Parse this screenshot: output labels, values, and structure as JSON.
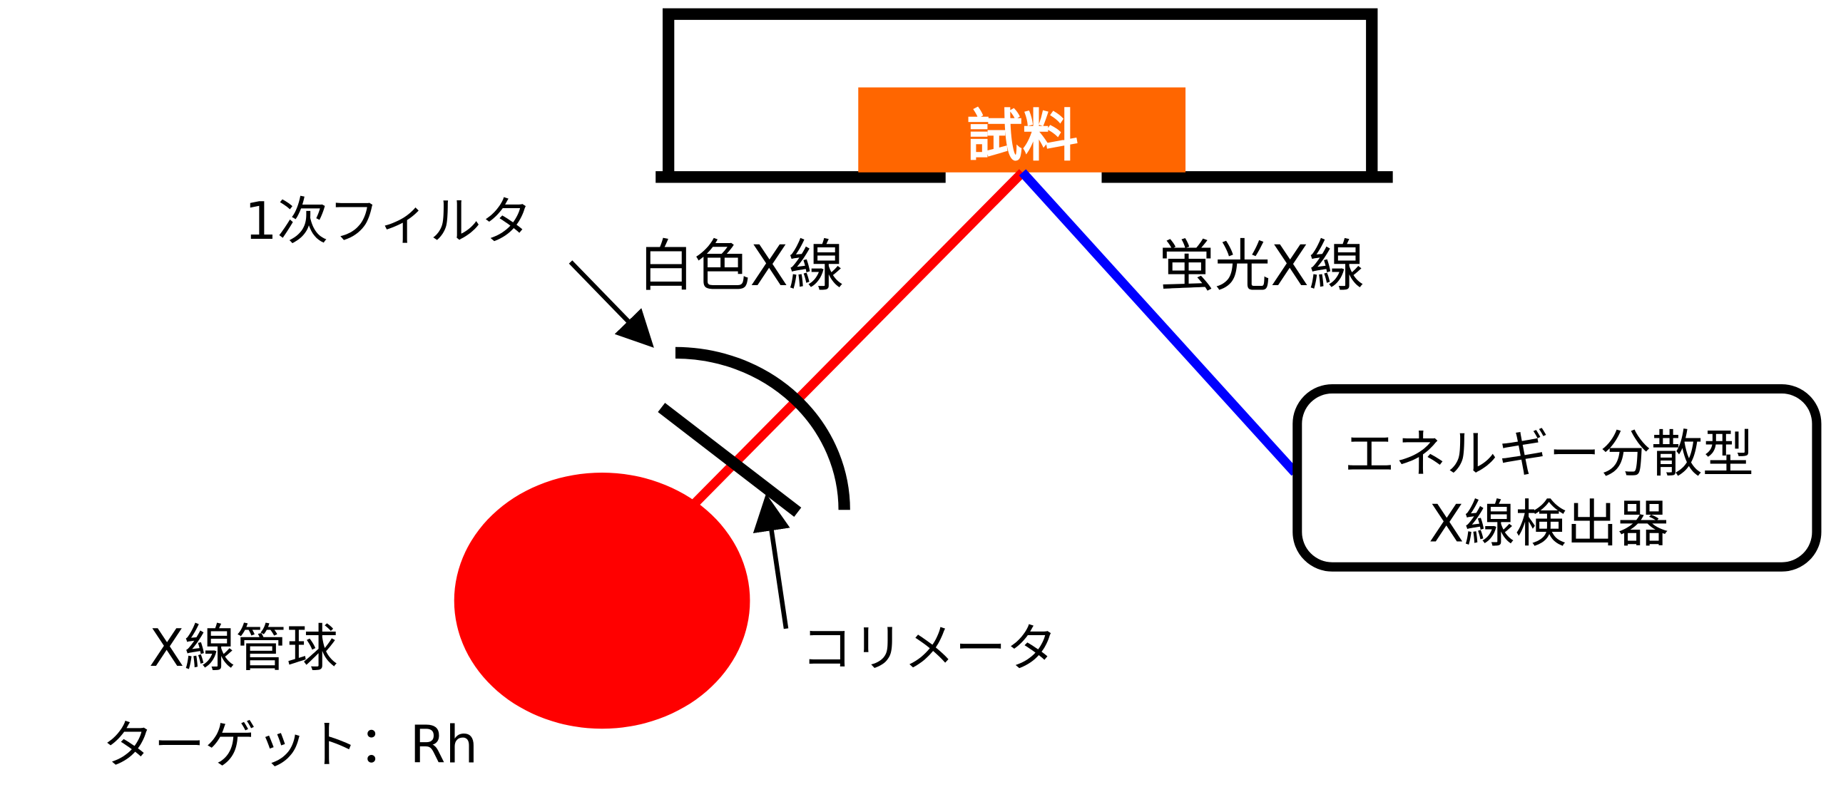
{
  "labels": {
    "sample": "試料",
    "primary_filter": "1次フィルタ",
    "white_xray": "白色X線",
    "fluorescent_xray": "蛍光X線",
    "detector_line1": "エネルギー分散型",
    "detector_line2": "X線検出器",
    "xray_tube": "X線管球",
    "target": "ターゲット：Rh",
    "collimator": "コリメータ"
  },
  "colors": {
    "sample": "#ff6600",
    "tube": "#ff0000",
    "white_xray": "#ff0000",
    "fluorescent_xray": "#0000ff",
    "outline": "#000000"
  }
}
